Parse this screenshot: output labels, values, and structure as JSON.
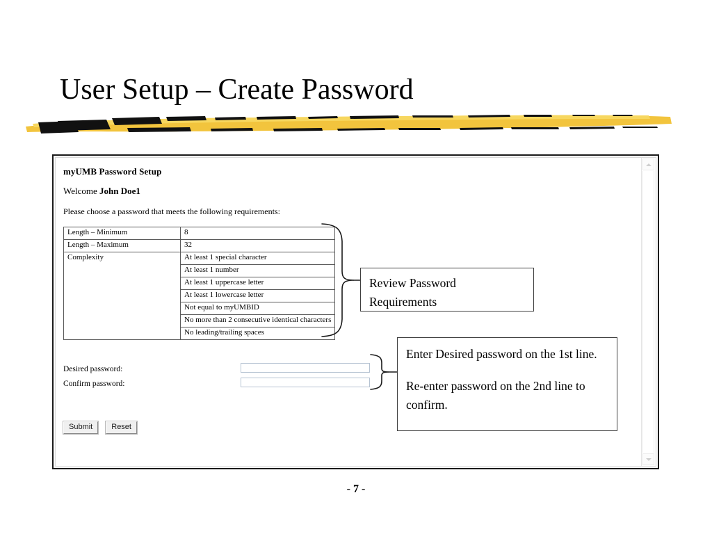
{
  "slide": {
    "title": "User Setup – Create Password",
    "page_number": "- 7 -",
    "accent_color": "#F2C43D",
    "accent_dark_color": "#111111"
  },
  "browser": {
    "scrollbar": {
      "up_arrow": "scroll-up-arrow",
      "down_arrow": "scroll-down-arrow"
    }
  },
  "form_page": {
    "heading": "myUMB Password Setup",
    "welcome_prefix": "Welcome ",
    "welcome_user": "John Doe1",
    "instruction": "Please choose a password that meets the following requirements:",
    "requirements_table": {
      "rows": [
        {
          "label": "Length – Minimum",
          "value": "8"
        },
        {
          "label": "Length – Maximum",
          "value": "32"
        },
        {
          "label": "Complexity",
          "value": "At least 1 special character"
        },
        {
          "label": "",
          "value": "At least 1 number"
        },
        {
          "label": "",
          "value": "At least 1 uppercase letter"
        },
        {
          "label": "",
          "value": "At least 1 lowercase letter"
        },
        {
          "label": "",
          "value": "Not equal to myUMBID"
        },
        {
          "label": "",
          "value": "No more than 2 consecutive identical characters"
        },
        {
          "label": "",
          "value": "No leading/trailing spaces"
        }
      ]
    },
    "fields": {
      "desired_label": "Desired password:",
      "desired_value": "",
      "desired_placeholder": "",
      "confirm_label": "Confirm password:",
      "confirm_value": "",
      "confirm_placeholder": ""
    },
    "buttons": {
      "submit_label": "Submit",
      "reset_label": "Reset"
    }
  },
  "annotations": {
    "review": {
      "line1": "Review Password",
      "line2": "Requirements"
    },
    "enter": {
      "paragraph1": "Enter Desired password on the 1st line.",
      "paragraph2": "Re-enter password on the 2nd line to confirm."
    }
  }
}
